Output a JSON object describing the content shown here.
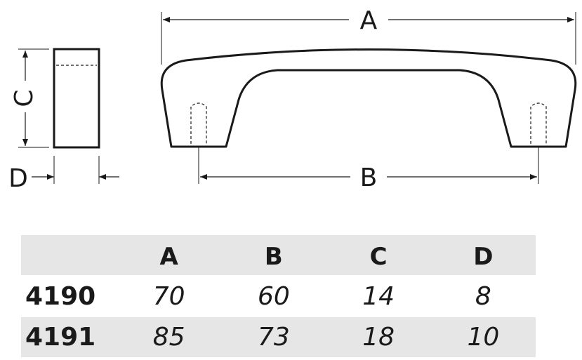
{
  "drawing": {
    "labels": {
      "a": "A",
      "b": "B",
      "c": "C",
      "d": "D"
    }
  },
  "table": {
    "headers": [
      "",
      "A",
      "B",
      "C",
      "D"
    ],
    "rows": [
      {
        "model": "4190",
        "values": [
          "70",
          "60",
          "14",
          "8"
        ]
      },
      {
        "model": "4191",
        "values": [
          "85",
          "73",
          "18",
          "10"
        ]
      }
    ]
  }
}
